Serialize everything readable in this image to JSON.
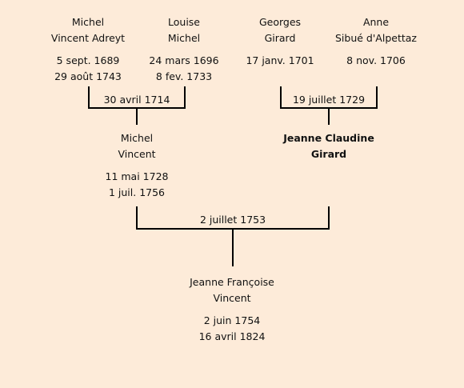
{
  "grandparents": [
    {
      "first": "Michel",
      "last": "Vincent Adreyt",
      "birth": "5 sept. 1689",
      "death": "29 août 1743"
    },
    {
      "first": "Louise",
      "last": "Michel",
      "birth": "24 mars 1696",
      "death": "8 fev. 1733"
    },
    {
      "first": "Georges",
      "last": "Girard",
      "birth": "17 janv. 1701",
      "death": ""
    },
    {
      "first": "Anne",
      "last": "Sibué d'Alpettaz",
      "birth": "8 nov. 1706",
      "death": ""
    }
  ],
  "marriages": {
    "left": "30 avril 1714",
    "right": "19 juillet 1729",
    "parents": "2 juillet 1753"
  },
  "parents": [
    {
      "first": "Michel",
      "last": "Vincent",
      "birth": "11 mai 1728",
      "death": "1 juil. 1756"
    },
    {
      "first": "Jeanne Claudine",
      "last": "Girard",
      "birth": "",
      "death": ""
    }
  ],
  "subject": {
    "first": "Jeanne Françoise",
    "last": "Vincent",
    "birth": "2 juin 1754",
    "death": "16 avril 1824"
  }
}
